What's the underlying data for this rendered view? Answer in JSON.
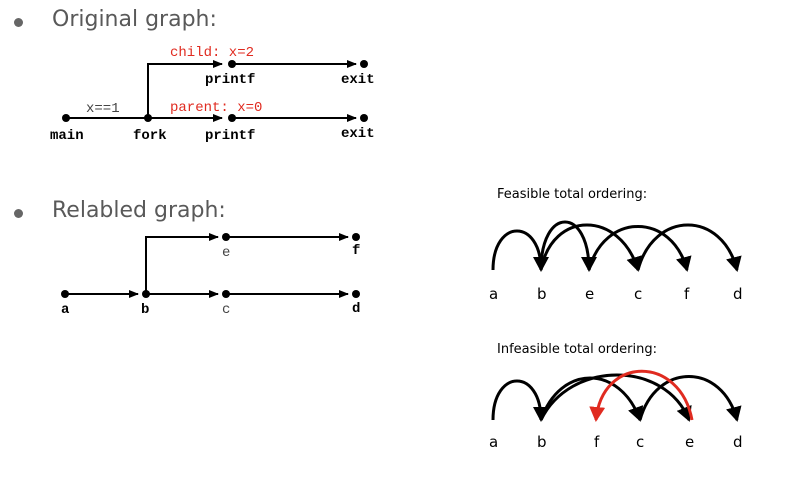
{
  "section1": {
    "title": "Original graph:"
  },
  "section2": {
    "title": "Relabled graph:"
  },
  "original": {
    "edge_labels": {
      "child": "child: x=2",
      "cond": "x==1",
      "parent": "parent: x=0"
    },
    "nodes": {
      "main": "main",
      "fork": "fork",
      "printf_child": "printf",
      "exit_child": "exit",
      "printf_parent": "printf",
      "exit_parent": "exit"
    }
  },
  "relabeled": {
    "nodes": {
      "a": "a",
      "b": "b",
      "c": "c",
      "d": "d",
      "e": "e",
      "f": "f"
    }
  },
  "feasible": {
    "title": "Feasible total ordering:",
    "order": [
      "a",
      "b",
      "e",
      "c",
      "f",
      "d"
    ]
  },
  "infeasible": {
    "title": "Infeasible total ordering:",
    "order": [
      "a",
      "b",
      "f",
      "c",
      "e",
      "d"
    ]
  },
  "colors": {
    "accent": "#e02b20",
    "ink": "#000000",
    "bullet": "#666666",
    "heading": "#595959"
  }
}
